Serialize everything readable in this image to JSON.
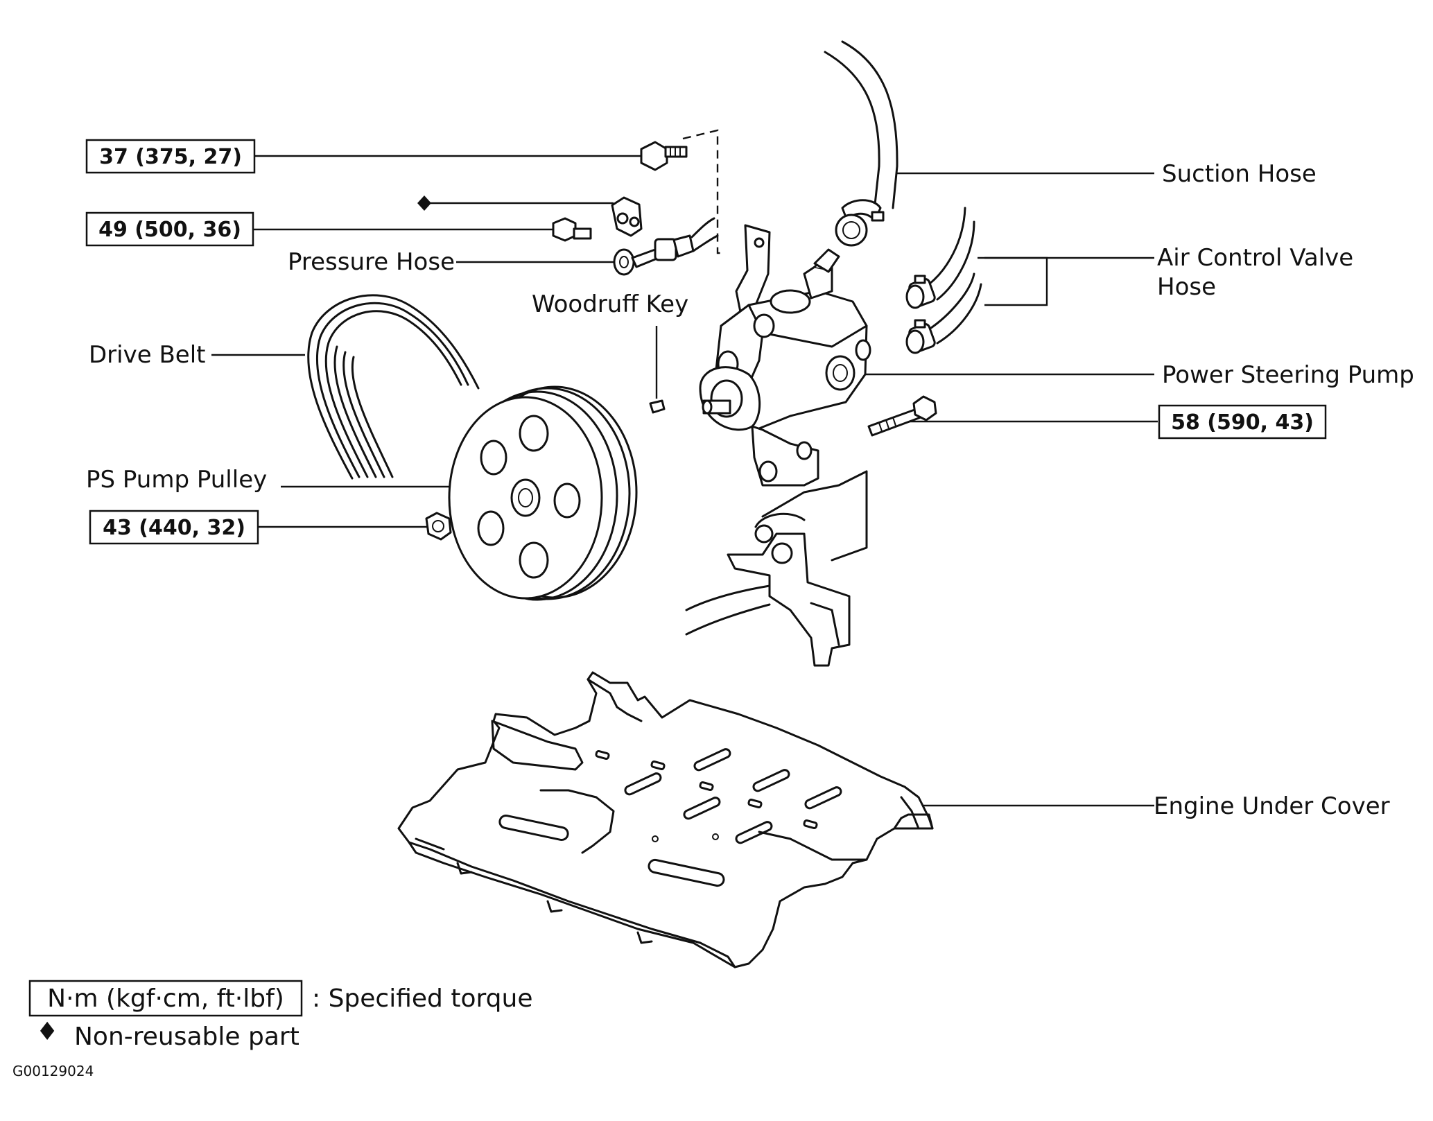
{
  "labels": {
    "suction_hose": "Suction Hose",
    "air_control_valve_hose_line1": "Air Control Valve",
    "air_control_valve_hose_line2": "Hose",
    "pressure_hose": "Pressure Hose",
    "woodruff_key": "Woodruff Key",
    "drive_belt": "Drive Belt",
    "power_steering_pump": "Power Steering Pump",
    "ps_pump_pulley": "PS Pump Pulley",
    "engine_under_cover": "Engine Under Cover"
  },
  "torques": {
    "bolt_top": "37 (375, 27)",
    "bolt_bracket": "49 (500, 36)",
    "pulley_nut": "43 (440, 32)",
    "pump_bolt": "58 (590, 43)"
  },
  "legend": {
    "torque_unit": "N·m (kgf·cm, ft·lbf)",
    "torque_text": ":  Specified torque",
    "non_reusable_symbol": "♦",
    "non_reusable_text": "Non-reusable part"
  },
  "figure_code": "G00129024"
}
